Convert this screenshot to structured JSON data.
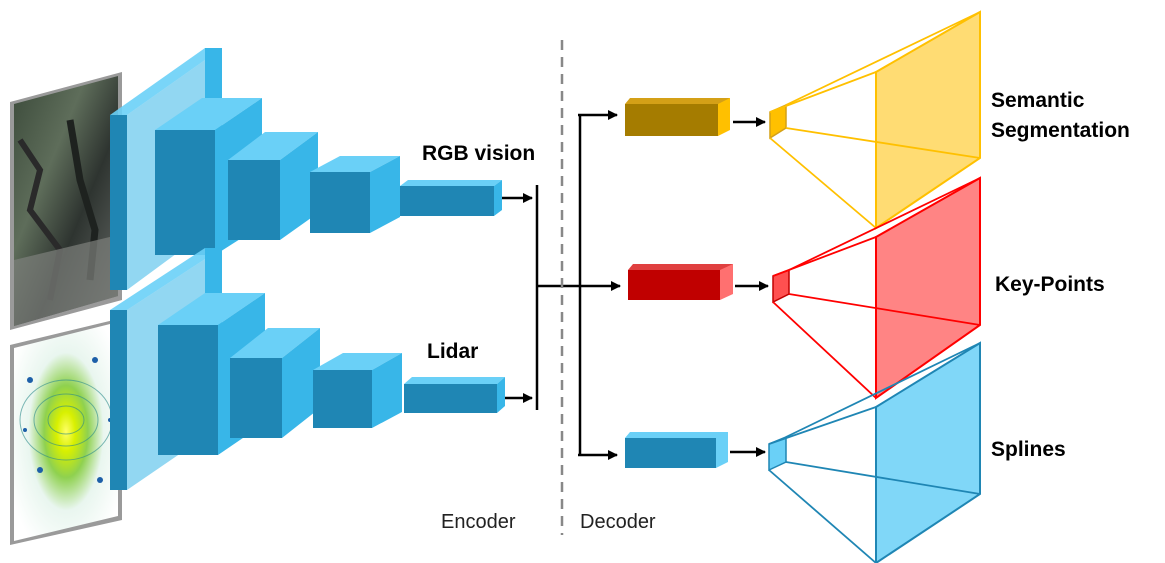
{
  "labels": {
    "rgb": "RGB vision",
    "lidar": "Lidar",
    "encoder": "Encoder",
    "decoder": "Decoder",
    "semantic_line1": "Semantic",
    "semantic_line2": "Segmentation",
    "keypoints": "Key-Points",
    "splines": "Splines"
  },
  "colors": {
    "encoder_block": "#1f86b4",
    "encoder_block_face": "#38b6e8",
    "semantic": "#ffc000",
    "semantic_block": "#a57c00",
    "keypoints": "#ff0000",
    "keypoints_block": "#c00000",
    "splines": "#1f86b4",
    "splines_face": "#6ad0f7"
  }
}
